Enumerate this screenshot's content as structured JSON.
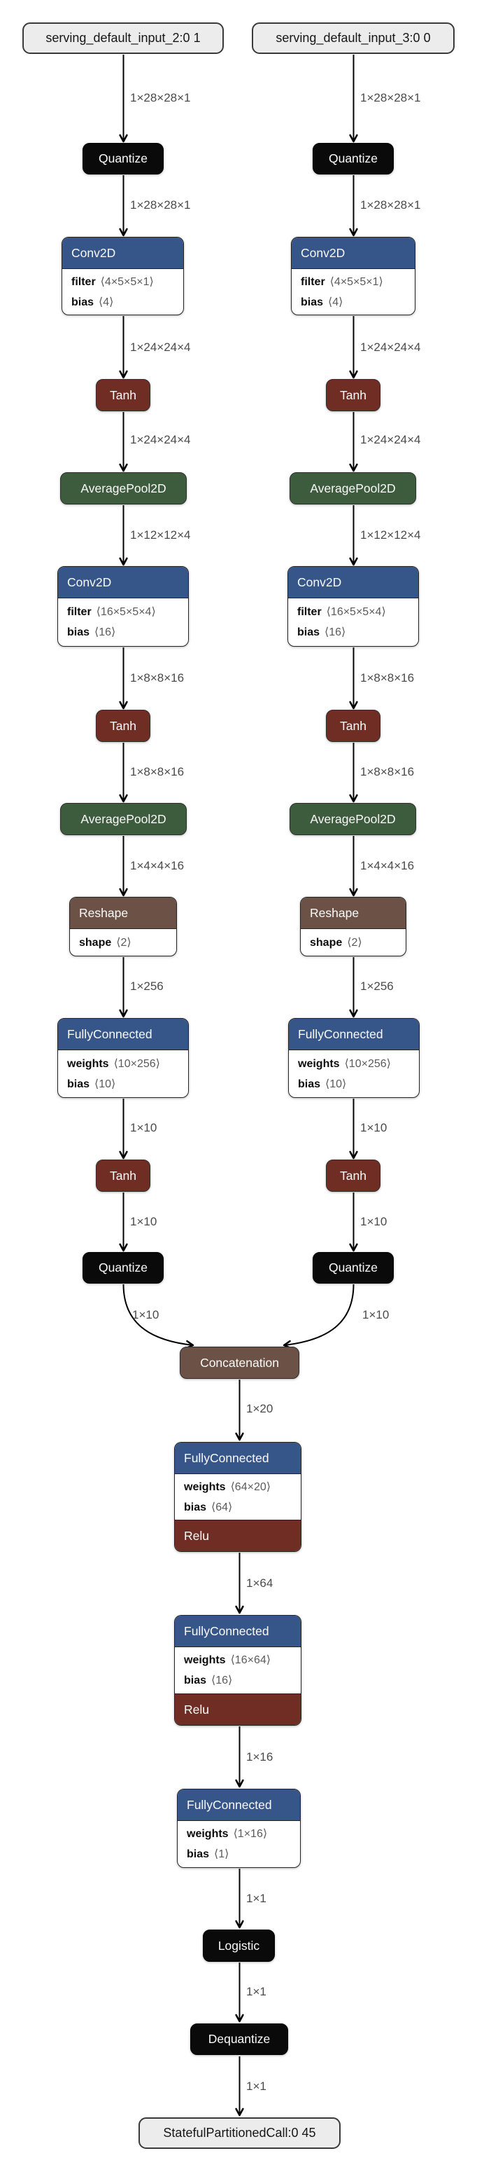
{
  "palette": {
    "layer_blue": "#36568a",
    "activation_red": "#702d24",
    "pool_green": "#3d5c3d",
    "shape_brown": "#6c5246",
    "quantize_black": "#0a0a0a",
    "io_fill": "#ececec",
    "edge_color": "#000000",
    "dim_label_gray": "#4a4a4a"
  },
  "io": {
    "input_left": "serving_default_input_2:0 1",
    "input_right": "serving_default_input_3:0 0",
    "output": "StatefulPartitionedCall:0 45"
  },
  "ops": {
    "quantize": "Quantize",
    "conv2d": "Conv2D",
    "tanh": "Tanh",
    "avgpool2d": "AveragePool2D",
    "reshape": "Reshape",
    "fully_connected": "FullyConnected",
    "relu": "Relu",
    "concatenation": "Concatenation",
    "logistic": "Logistic",
    "dequantize": "Dequantize"
  },
  "attr_names": {
    "filter": "filter",
    "bias": "bias",
    "weights": "weights",
    "shape": "shape"
  },
  "params": {
    "conv1": {
      "filter": "⟨4×5×5×1⟩",
      "bias": "⟨4⟩"
    },
    "conv2": {
      "filter": "⟨16×5×5×4⟩",
      "bias": "⟨16⟩"
    },
    "reshape": {
      "shape": "⟨2⟩"
    },
    "fc_branch": {
      "weights": "⟨10×256⟩",
      "bias": "⟨10⟩"
    },
    "fc_merged1": {
      "weights": "⟨64×20⟩",
      "bias": "⟨64⟩"
    },
    "fc_merged2": {
      "weights": "⟨16×64⟩",
      "bias": "⟨16⟩"
    },
    "fc_merged3": {
      "weights": "⟨1×16⟩",
      "bias": "⟨1⟩"
    }
  },
  "tensors": {
    "t_28x28x1": "1×28×28×1",
    "t_24x24x4": "1×24×24×4",
    "t_12x12x4": "1×12×12×4",
    "t_8x8x16": "1×8×8×16",
    "t_4x4x16": "1×4×4×16",
    "t_256": "1×256",
    "t_10": "1×10",
    "t_20": "1×20",
    "t_64": "1×64",
    "t_16": "1×16",
    "t_1": "1×1"
  }
}
